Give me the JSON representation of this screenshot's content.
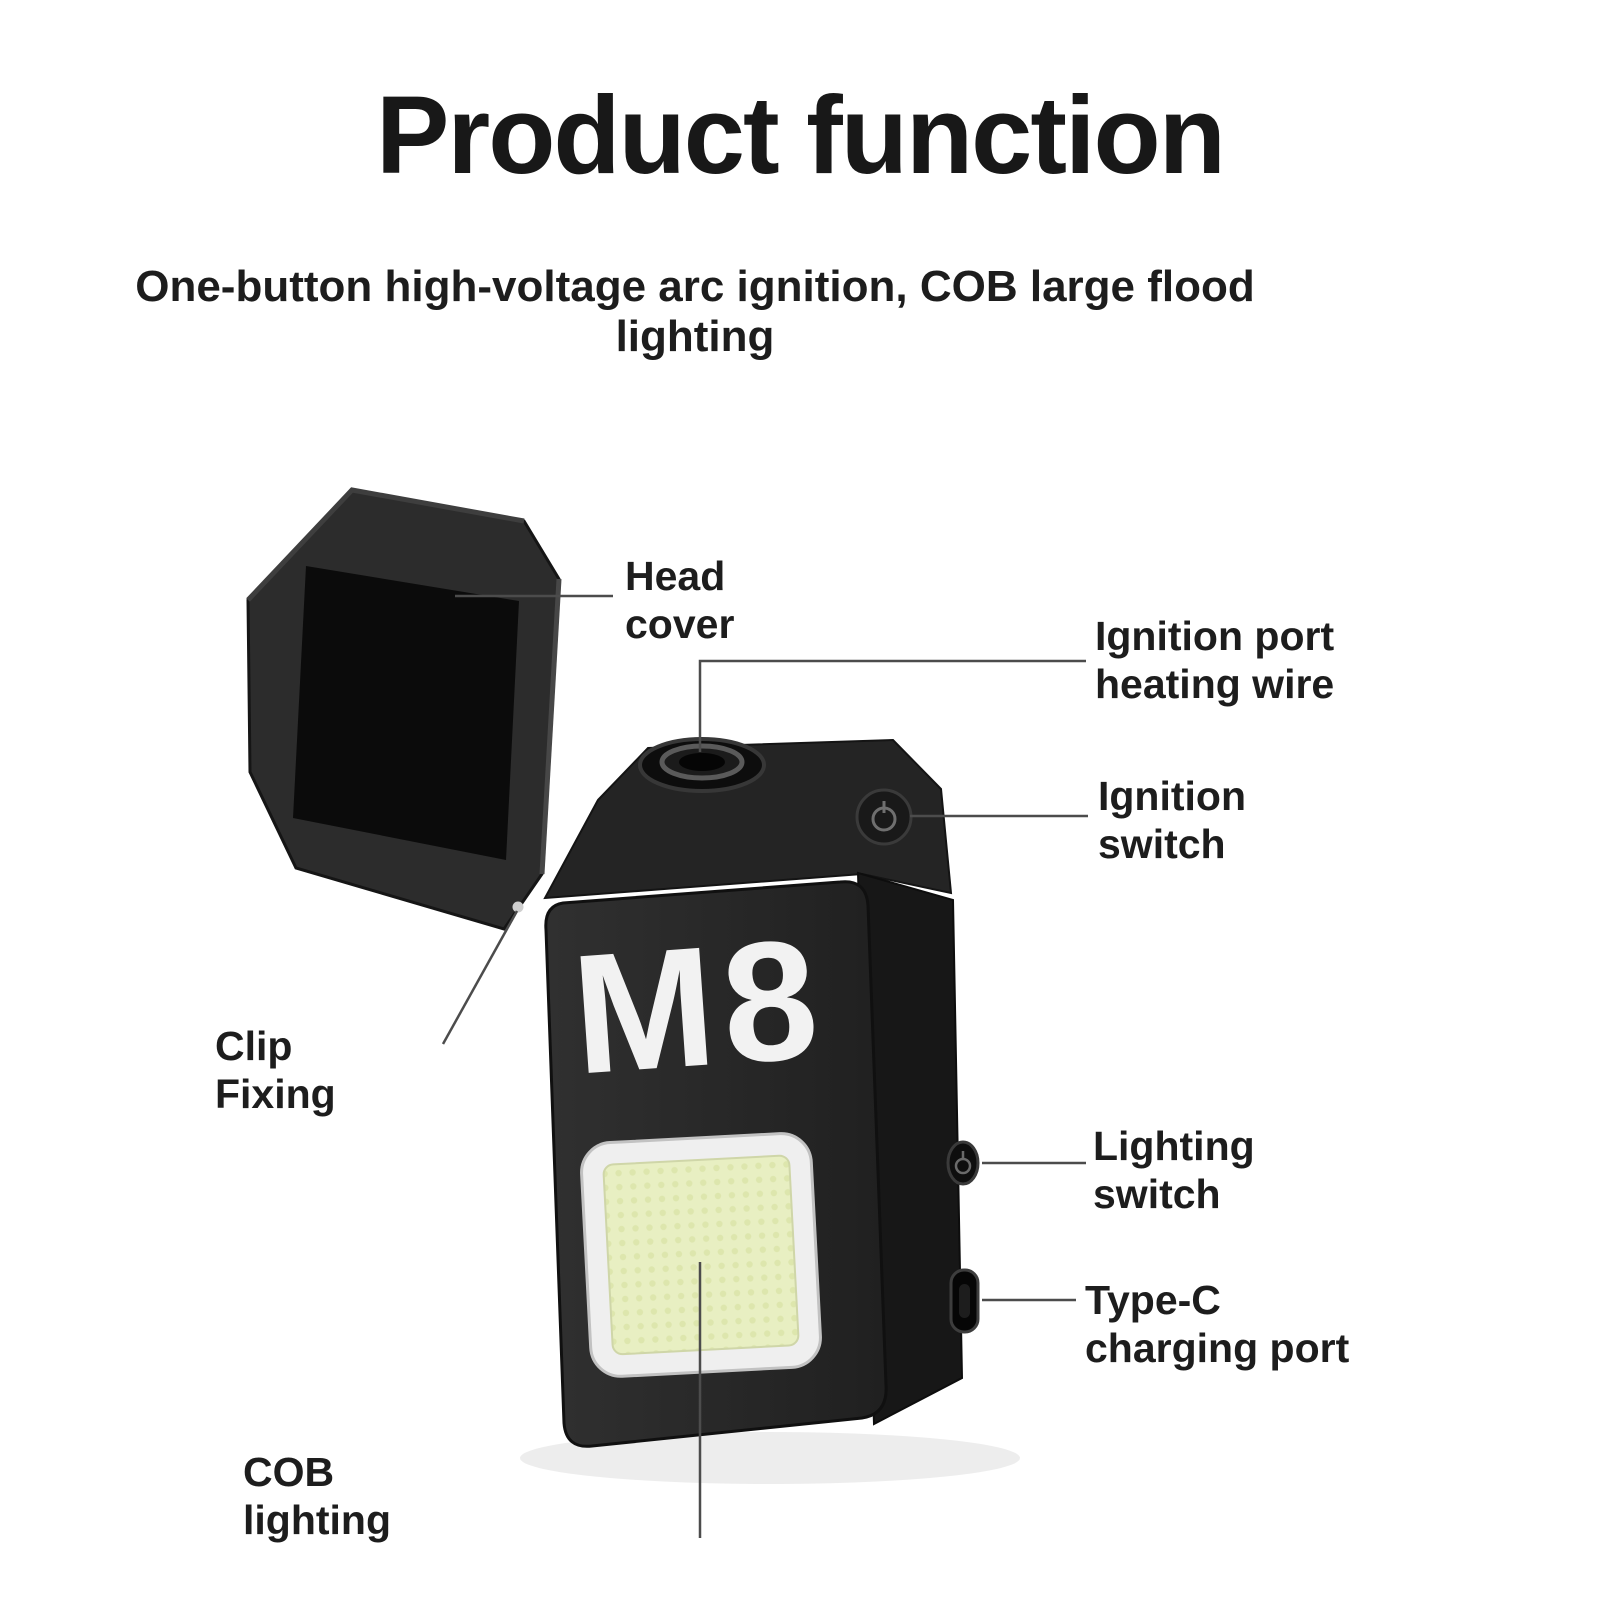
{
  "title": "Product function",
  "subtitle": "One-button high-voltage arc ignition, COB large flood lighting",
  "product": {
    "model_label": "M8"
  },
  "callouts": {
    "head_cover": "Head\ncover",
    "ignition_port": "Ignition port\nheating wire",
    "ignition_switch": "Ignition\nswitch",
    "clip_fixing": "Clip\nFixing",
    "lighting_switch": "Lighting\nswitch",
    "type_c": "Type-C\ncharging port",
    "cob_lighting": "COB\nlighting"
  },
  "colors": {
    "background": "#ffffff",
    "text": "#1d1d1d",
    "body_dark": "#262626",
    "body_side": "#171717",
    "lid_inner": "#0b0b0b",
    "cob_panel": "#e8efc2",
    "cob_frame": "#efefef",
    "callout_line": "#4c4c4c"
  }
}
